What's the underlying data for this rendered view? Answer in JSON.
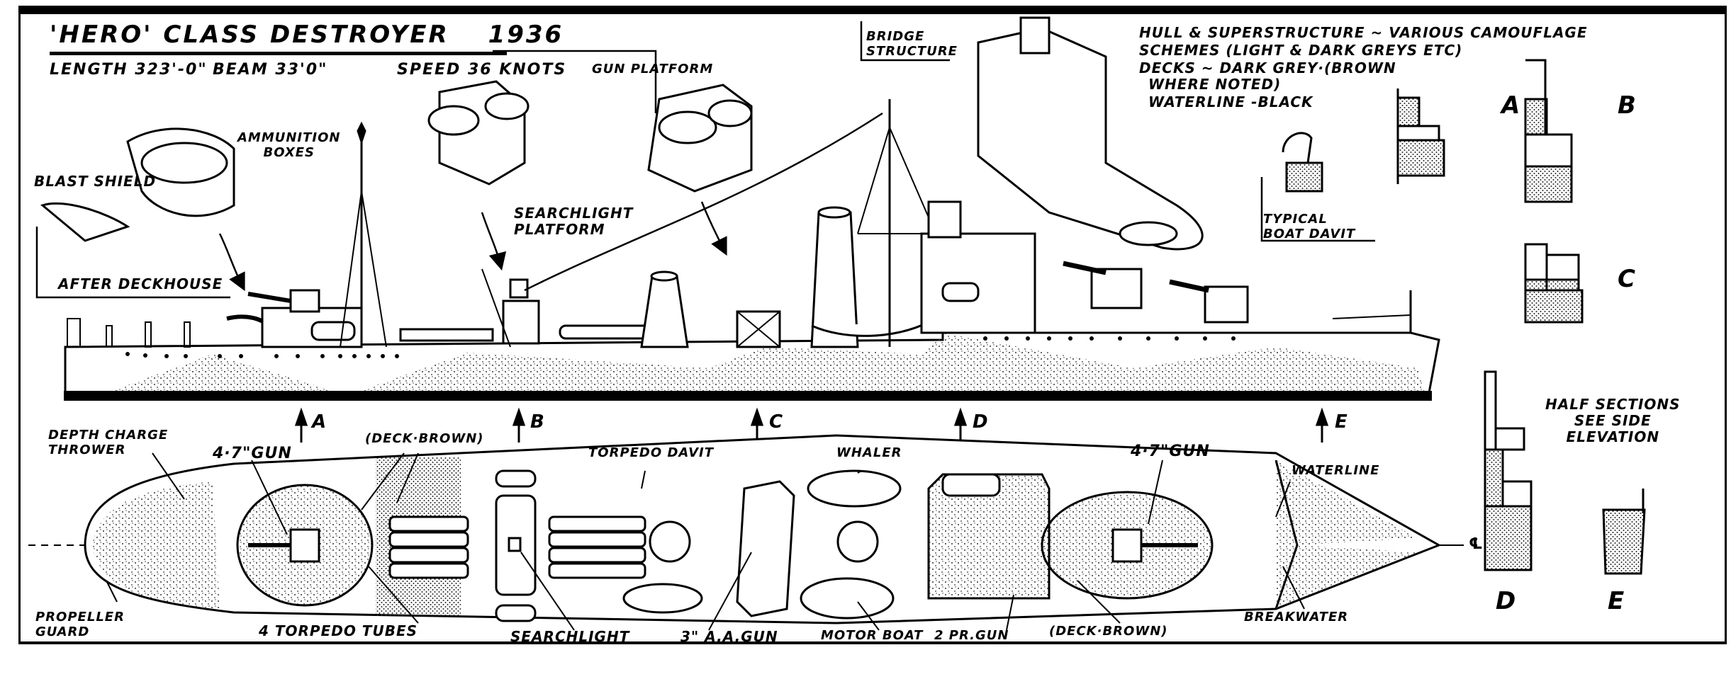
{
  "title": {
    "main": "'HERO' CLASS DESTROYER",
    "year": "1936"
  },
  "specs": {
    "length": "LENGTH 323'-0\"",
    "beam": "BEAM 33'0\"",
    "speed": "SPEED 36 KNOTS"
  },
  "colour_notes": {
    "line1": "HULL & SUPERSTRUCTURE ~ VARIOUS CAMOUFLAGE",
    "line2": "SCHEMES (LIGHT & DARK GREYS ETC)",
    "line3": "DECKS ~ DARK GREY·(BROWN",
    "line4": "WHERE NOTED)",
    "line5": "WATERLINE -BLACK"
  },
  "detail_labels": {
    "ammunition_boxes": "AMMUNITION\nBOXES",
    "blast_shield": "BLAST SHIELD",
    "after_deckhouse": "AFTER DECKHOUSE",
    "searchlight_platform": "SEARCHLIGHT\nPLATFORM",
    "gun_platform": "GUN PLATFORM",
    "bridge_structure": "BRIDGE\nSTRUCTURE",
    "typical_boat_davit": "TYPICAL\nBOAT DAVIT"
  },
  "section_markers": [
    "A",
    "B",
    "C",
    "D",
    "E"
  ],
  "half_sections": {
    "note": "HALF SECTIONS\nSEE SIDE\nELEVATION",
    "labels": [
      "A",
      "B",
      "C",
      "D",
      "E"
    ]
  },
  "plan_labels": {
    "depth_charge_thrower": "DEPTH CHARGE\nTHROWER",
    "gun_aft": "4·7\"GUN",
    "deck_brown_aft": "(DECK·BROWN)",
    "torpedo_davit": "TORPEDO DAVIT",
    "whaler": "WHALER",
    "gun_fwd": "4·7\"GUN",
    "waterline": "WATERLINE",
    "centreline": "℄",
    "propeller_guard": "PROPELLER\nGUARD",
    "torpedo_tubes": "4 TORPEDO TUBES",
    "searchlight": "SEARCHLIGHT",
    "aa_gun": "3\" A.A.GUN",
    "motor_boat": "MOTOR BOAT",
    "pom_pom": "2 PR.GUN",
    "deck_brown_fwd": "(DECK·BROWN)",
    "breakwater": "BREAKWATER"
  },
  "colors": {
    "ink": "#000000",
    "paper": "#ffffff",
    "stipple": "#555555"
  }
}
